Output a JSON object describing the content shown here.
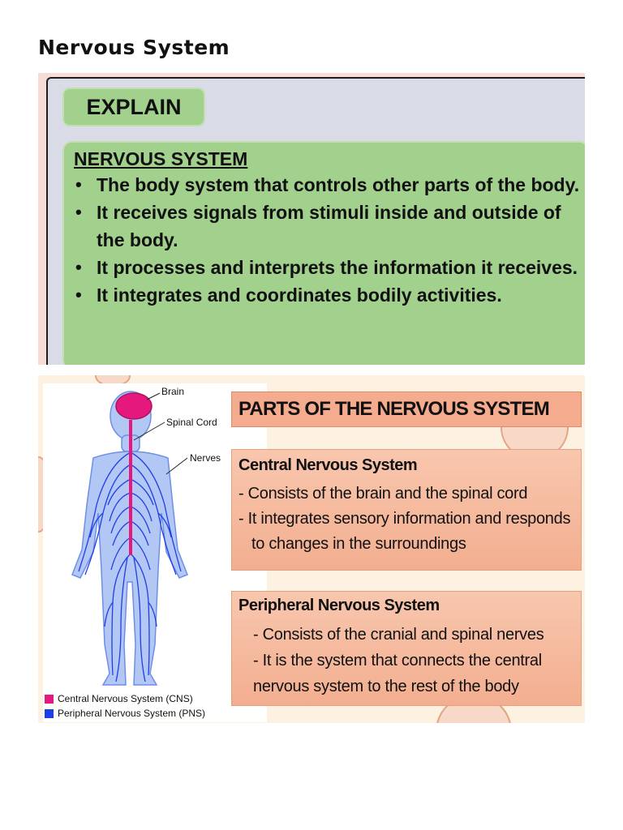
{
  "page": {
    "title": "Nervous System"
  },
  "slide1": {
    "explain_label": "EXPLAIN",
    "heading": "NERVOUS SYSTEM",
    "bullets": [
      "The body system that controls other parts of the body.",
      "It receives signals from stimuli inside and outside of the body.",
      "It processes and interprets the information  it receives.",
      "It integrates and coordinates bodily activities."
    ]
  },
  "slide2": {
    "title": "PARTS OF THE NERVOUS SYSTEM",
    "figure": {
      "labels": {
        "brain": "Brain",
        "spinal_cord": "Spinal Cord",
        "nerves": "Nerves"
      },
      "legend": [
        {
          "label": "Central Nervous System (CNS)",
          "color": "#e5197d"
        },
        {
          "label": "Peripheral Nervous System (PNS)",
          "color": "#1f3fe6"
        }
      ]
    },
    "cns": {
      "heading": "Central Nervous System",
      "line1": "- Consists of the brain and the spinal cord",
      "line2": "- It integrates sensory information and responds to changes in the surroundings"
    },
    "pns": {
      "heading": "Peripheral Nervous System",
      "line1": "- Consists of the cranial and spinal nerves",
      "line2": "- It is the system that connects the central",
      "line3": "nervous system to the rest of the body"
    }
  },
  "colors": {
    "green_box": "#a2d08d",
    "salmon_box": "#f4ab8e",
    "cns_magenta": "#e5197d",
    "pns_blue": "#1f3fe6"
  }
}
